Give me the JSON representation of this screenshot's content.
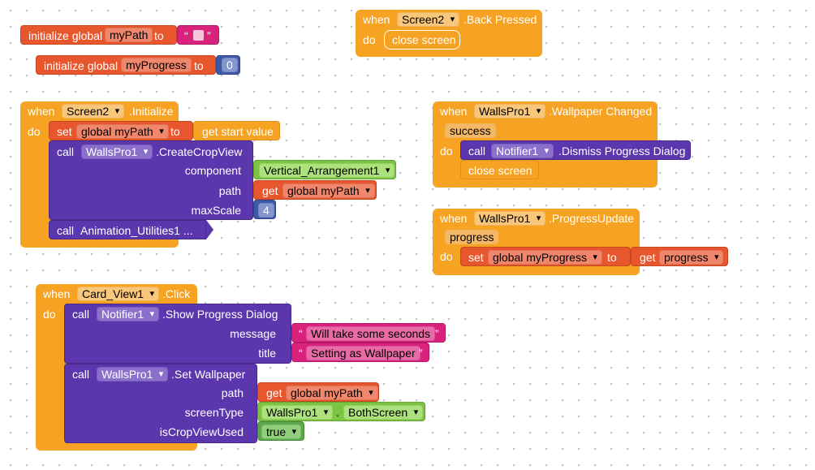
{
  "common": {
    "when": "when",
    "do": "do",
    "to": "to",
    "call": "call",
    "set": "set",
    "get": "get",
    "quote": "“",
    "quote_close": "”",
    "dot": "."
  },
  "init_path": {
    "label": "initialize global",
    "var": "myPath",
    "to": "to"
  },
  "init_progress": {
    "label": "initialize global",
    "var": "myProgress",
    "to": "to",
    "value": "0"
  },
  "back_pressed": {
    "component": "Screen2",
    "event": ".Back Pressed",
    "stmt": "close screen"
  },
  "initialize": {
    "component": "Screen2",
    "event": ".Initialize",
    "set_var": "global myPath",
    "get_start": "get start value",
    "crop_component": "WallsPro1",
    "crop_method": ".CreateCropView",
    "arg_component": "component",
    "arg_path": "path",
    "arg_maxscale": "maxScale",
    "arg_component_val": "Vertical_Arrangement1",
    "arg_path_val": "global myPath",
    "arg_maxscale_val": "4",
    "anim_call": "Animation_Utilities1 ..."
  },
  "wallpaper_changed": {
    "component": "WallsPro1",
    "event": ".Wallpaper Changed",
    "param": "success",
    "notifier": "Notifier1",
    "method": ".Dismiss Progress Dialog",
    "close": "close screen"
  },
  "progress_update": {
    "component": "WallsPro1",
    "event": ".ProgressUpdate",
    "param": "progress",
    "set_var": "global myProgress",
    "get_var": "progress"
  },
  "card_click": {
    "component": "Card_View1",
    "event": ".Click",
    "notifier": "Notifier1",
    "method": ".Show Progress Dialog",
    "arg_message": "message",
    "arg_title": "title",
    "message_val": "Will take some seconds",
    "title_val": "Setting as Wallpaper",
    "wp_component": "WallsPro1",
    "wp_method": ".Set Wallpaper",
    "arg_path": "path",
    "arg_screentype": "screenType",
    "arg_cropused": "isCropViewUsed",
    "path_val": "global myPath",
    "screentype_comp": "WallsPro1",
    "screentype_val": "BothScreen",
    "cropused_val": "true"
  },
  "colors": {
    "event": "#f6a324",
    "procedure": "#5b36ac",
    "variable": "#e8562e",
    "text": "#d8227b",
    "number": "#3f59a6",
    "component": "#7cc443",
    "logic": "#5ba84a"
  }
}
